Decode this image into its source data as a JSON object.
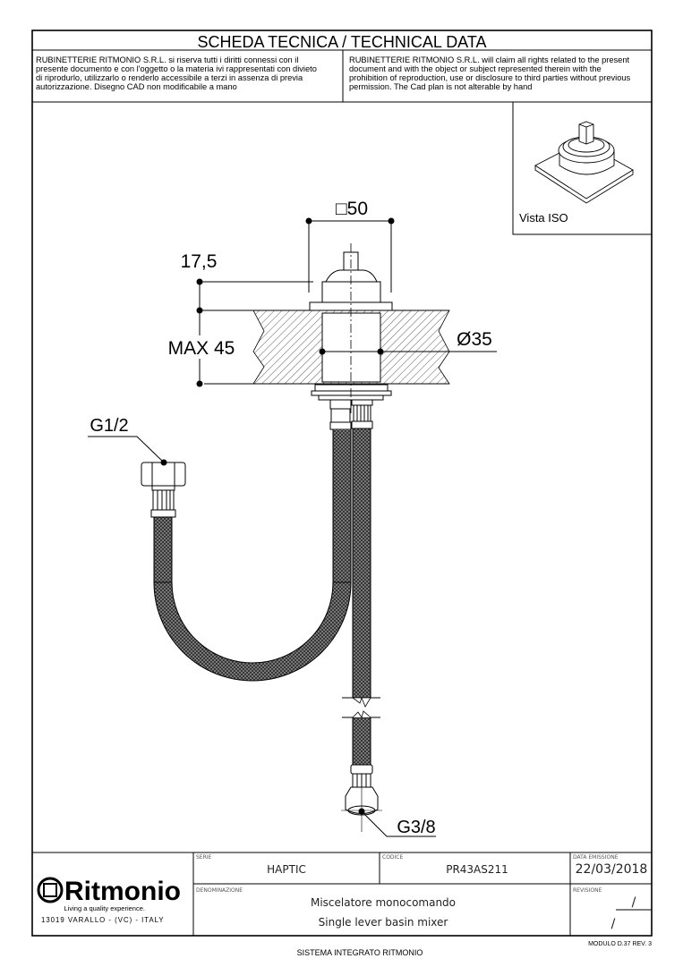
{
  "header": {
    "title": "SCHEDA TECNICA / TECHNICAL DATA",
    "disclaimer_it": [
      "RUBINETTERIE RITMONIO S.R.L. si riserva tutti i diritti connessi con il",
      "presente documento e con l'oggetto o la materia ivi rappresentati con divieto",
      "di riprodurlo, utilizzarlo o renderlo accessibile a terzi in assenza di previa",
      "autorizzazione. Disegno CAD non modificabile a mano"
    ],
    "disclaimer_en": [
      "RUBINETTERIE RITMONIO S.R.L. will claim all rights related to the present",
      "document and with the object or subject represented therein with the",
      "prohibition  of reproduction, use or disclosure to third parties without previous",
      "permission.  The Cad plan is not alterable by hand"
    ]
  },
  "drawing": {
    "iso_view_label": "Vista ISO",
    "dimensions": {
      "width_square": "□50",
      "height_top": "17,5",
      "max_thickness": "MAX 45",
      "diameter": "Ø35",
      "inlet_thread": "G1/2",
      "outlet_thread": "G3/8"
    }
  },
  "title_block": {
    "logo_text": "Ritmonio",
    "logo_tagline": "Living a quality experience.",
    "address": "13019 VARALLO - (VC) - ITALY",
    "serie_label": "SERIE",
    "serie_value": "HAPTIC",
    "codice_label": "CODICE",
    "codice_value": "PR43AS211",
    "data_label": "DATA  EMISSIONE",
    "data_value": "22/03/2018",
    "denominazione_label": "DENOMINAZIONE",
    "denominazione_it": "Miscelatore  monocomando",
    "denominazione_en": "Single  lever  basin  mixer",
    "revisione_label": "REVISIONE",
    "revisione_value_1": "/",
    "revisione_value_2": "/"
  },
  "footer": {
    "system": "SISTEMA INTEGRATO RITMONIO",
    "module": "MODULO D.37 REV. 3"
  }
}
